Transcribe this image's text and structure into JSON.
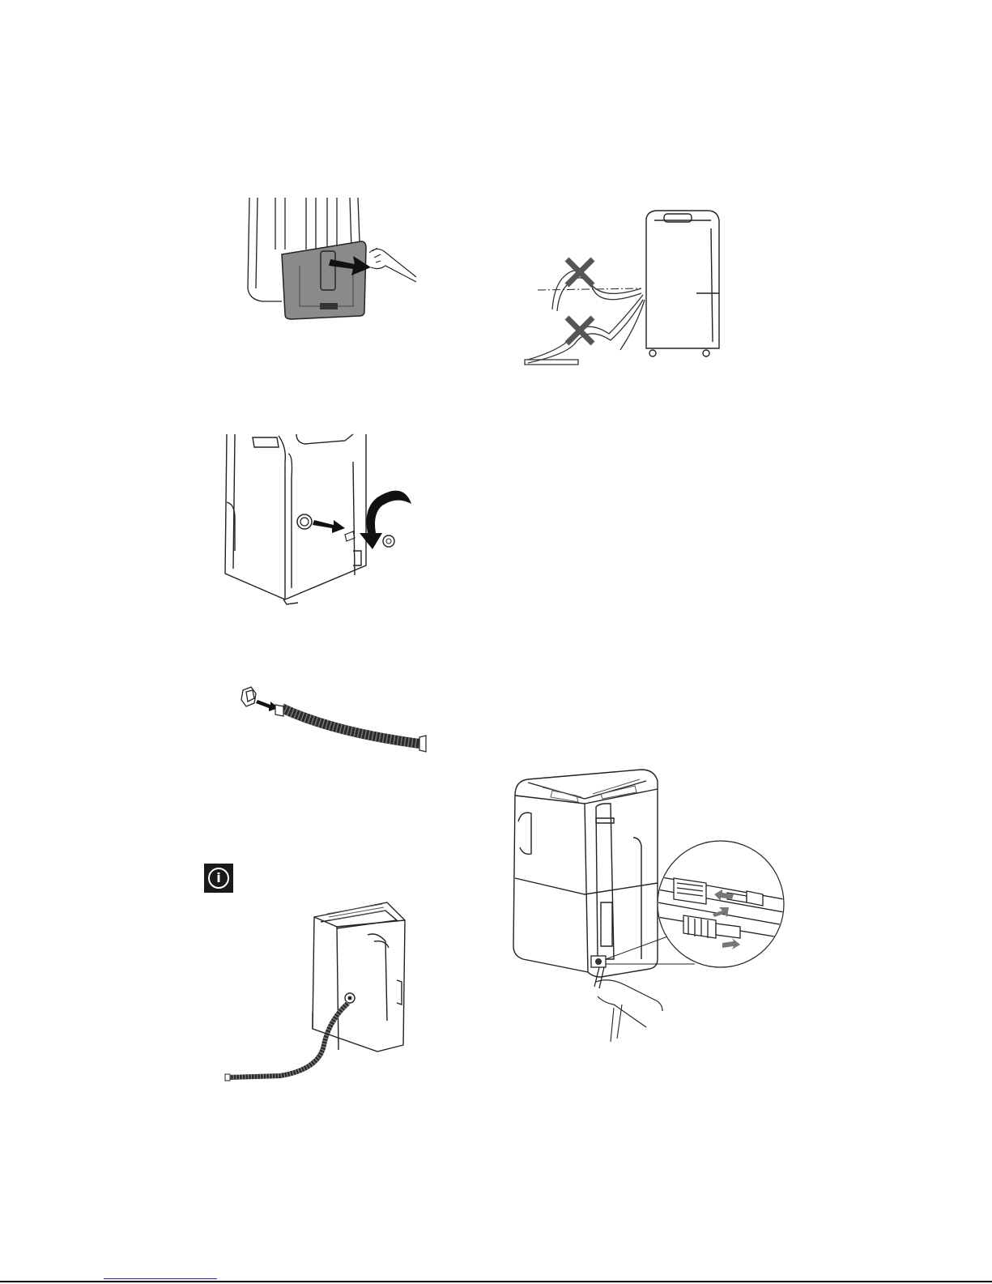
{
  "page": {
    "background": "#ffffff",
    "accent_link_color": "#2222cc"
  },
  "figures": [
    {
      "id": "fig-tank",
      "icon": "remove-water-tank"
    },
    {
      "id": "fig-hose-height",
      "icon": "hose-height-warning"
    },
    {
      "id": "fig-cap",
      "icon": "remove-drain-cap"
    },
    {
      "id": "fig-hose-attach",
      "icon": "attach-hose-connector"
    },
    {
      "id": "fig-info",
      "icon": "info-icon",
      "glyph": "i"
    },
    {
      "id": "fig-continuous",
      "icon": "continuous-drain-hose"
    },
    {
      "id": "fig-quick-connect",
      "icon": "quick-connect-coupling"
    }
  ]
}
